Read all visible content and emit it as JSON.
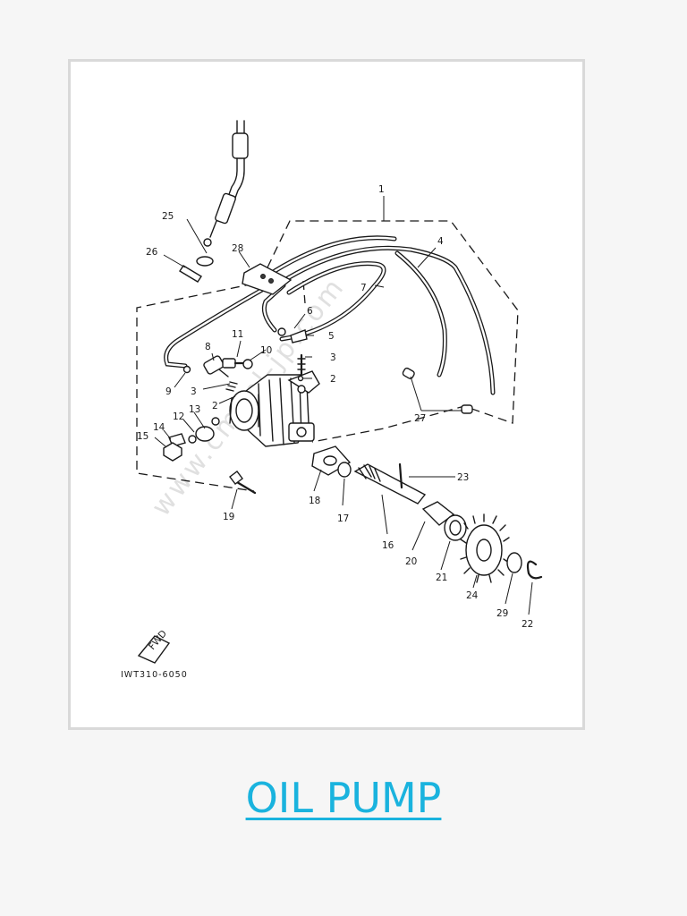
{
  "diagram": {
    "watermark": "www.cmsnl-jp.com",
    "drawing_code": "IWT310-6050",
    "fwd_label": "FWD",
    "callouts": [
      "1",
      "2",
      "2",
      "3",
      "3",
      "4",
      "5",
      "6",
      "7",
      "8",
      "9",
      "10",
      "11",
      "12",
      "13",
      "14",
      "15",
      "16",
      "17",
      "18",
      "19",
      "20",
      "21",
      "22",
      "23",
      "24",
      "25",
      "26",
      "27",
      "28",
      "29"
    ]
  },
  "title": {
    "text": "OIL PUMP",
    "color": "#1ab3de"
  }
}
